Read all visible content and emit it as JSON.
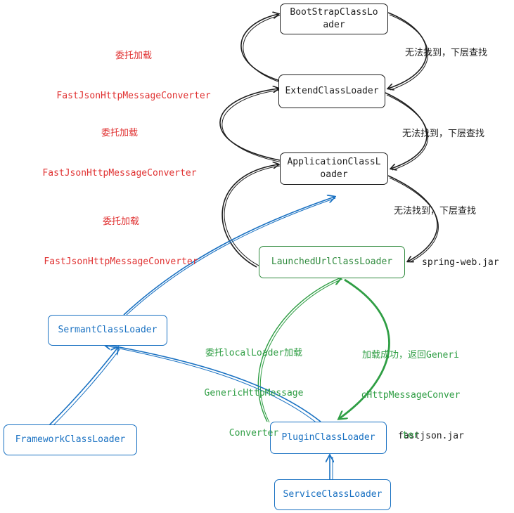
{
  "colors": {
    "black": "#1e1e1e",
    "red": "#e03131",
    "green": "#2f9e44",
    "blue": "#1971c2"
  },
  "nodes": {
    "bootstrap": "BootStrapClassLoader",
    "extend": "ExtendClassLoader",
    "application": "ApplicationClassLoader",
    "launched": "LaunchedUrlClassLoader",
    "sermant": "SermantClassLoader",
    "framework": "FrameworkClassLoader",
    "plugin": "PluginClassLoader",
    "service": "ServiceClassLoader"
  },
  "labels": {
    "delegate_1_line1": "委托加载",
    "delegate_1_line2": "FastJsonHttpMessageConverter",
    "delegate_2_line1": "委托加载",
    "delegate_2_line2": "FastJsonHttpMessageConverter",
    "delegate_3_line1": "委托加载",
    "delegate_3_line2": "FastJsonHttpMessageConverter",
    "not_found_1": "无法找到，下层查找",
    "not_found_2": "无法找到，下层查找",
    "not_found_3": "无法找到，下层查找",
    "spring_jar": "spring-web.jar",
    "fastjson_jar": "fastjson.jar",
    "local_delegate_line1": "委托localLoader加载",
    "local_delegate_line2": "GenericHttpMessage",
    "local_delegate_line3": "Converter",
    "load_success_line1": "加载成功，返回Generi",
    "load_success_line2": "cHttpMessageConver",
    "load_success_line3": "ter"
  }
}
